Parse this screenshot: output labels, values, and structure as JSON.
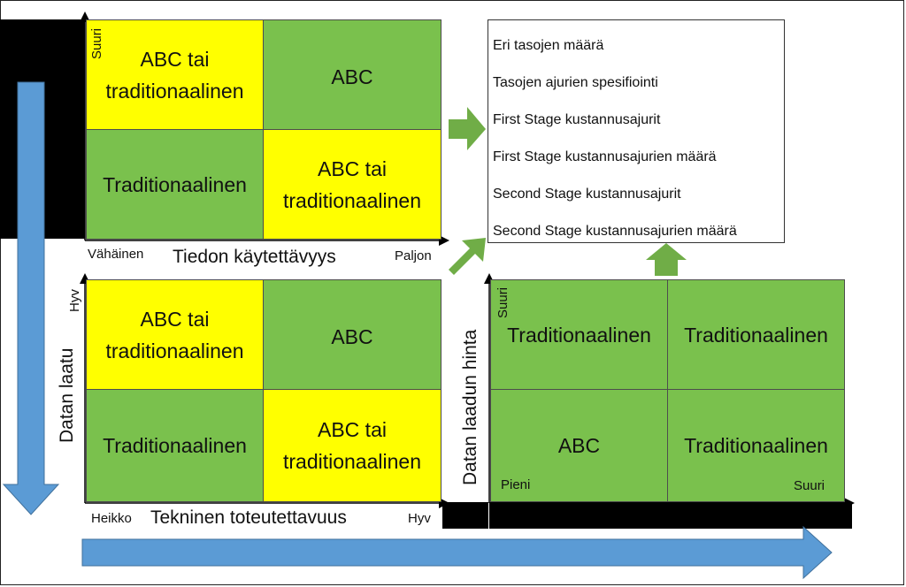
{
  "matrix_top": {
    "y_high_label": "Suuri",
    "x_low_label": "Vähäinen",
    "x_axis_title": "Tiedon käytettävyys",
    "x_high_label": "Paljon",
    "cells": {
      "top_left": [
        "ABC tai",
        "traditionaalinen"
      ],
      "top_right": "ABC",
      "bottom_left": "Traditionaalinen",
      "bottom_right": [
        "ABC tai",
        "traditionaalinen"
      ]
    },
    "colors": {
      "top_left": "#ffff00",
      "top_right": "#7ac14d",
      "bottom_left": "#7ac14d",
      "bottom_right": "#ffff00"
    }
  },
  "matrix_bottom_left": {
    "y_high_label": "Hyv",
    "y_axis_title": "Datan laatu",
    "x_low_label": "Heikko",
    "x_axis_title": "Tekninen toteutettavuus",
    "x_high_label": "Hyv",
    "cells": {
      "top_left": [
        "ABC tai",
        "traditionaalinen"
      ],
      "top_right": "ABC",
      "bottom_left": "Traditionaalinen",
      "bottom_right": [
        "ABC tai",
        "traditionaalinen"
      ]
    }
  },
  "matrix_bottom_right": {
    "y_high_label": "Suuri",
    "y_axis_title": "Datan laadun hinta",
    "x_low_label": "Pieni",
    "x_high_label": "Suuri",
    "cells": {
      "top_left": "Traditionaalinen",
      "top_right": "Traditionaalinen",
      "bottom_left": "ABC",
      "bottom_right": "Traditionaalinen"
    }
  },
  "factor_list": [
    "Eri tasojen määrä",
    "Tasojen ajurien spesifiointi",
    "First Stage kustannusajurit",
    "First Stage kustannusajurien määrä",
    "Second Stage kustannusajurit",
    "Second Stage kustannusajurien määrä"
  ],
  "colors": {
    "yellow": "#ffff00",
    "green": "#7ac14d",
    "blue_arrow": "#5b9bd5",
    "black_band": "#000000"
  }
}
